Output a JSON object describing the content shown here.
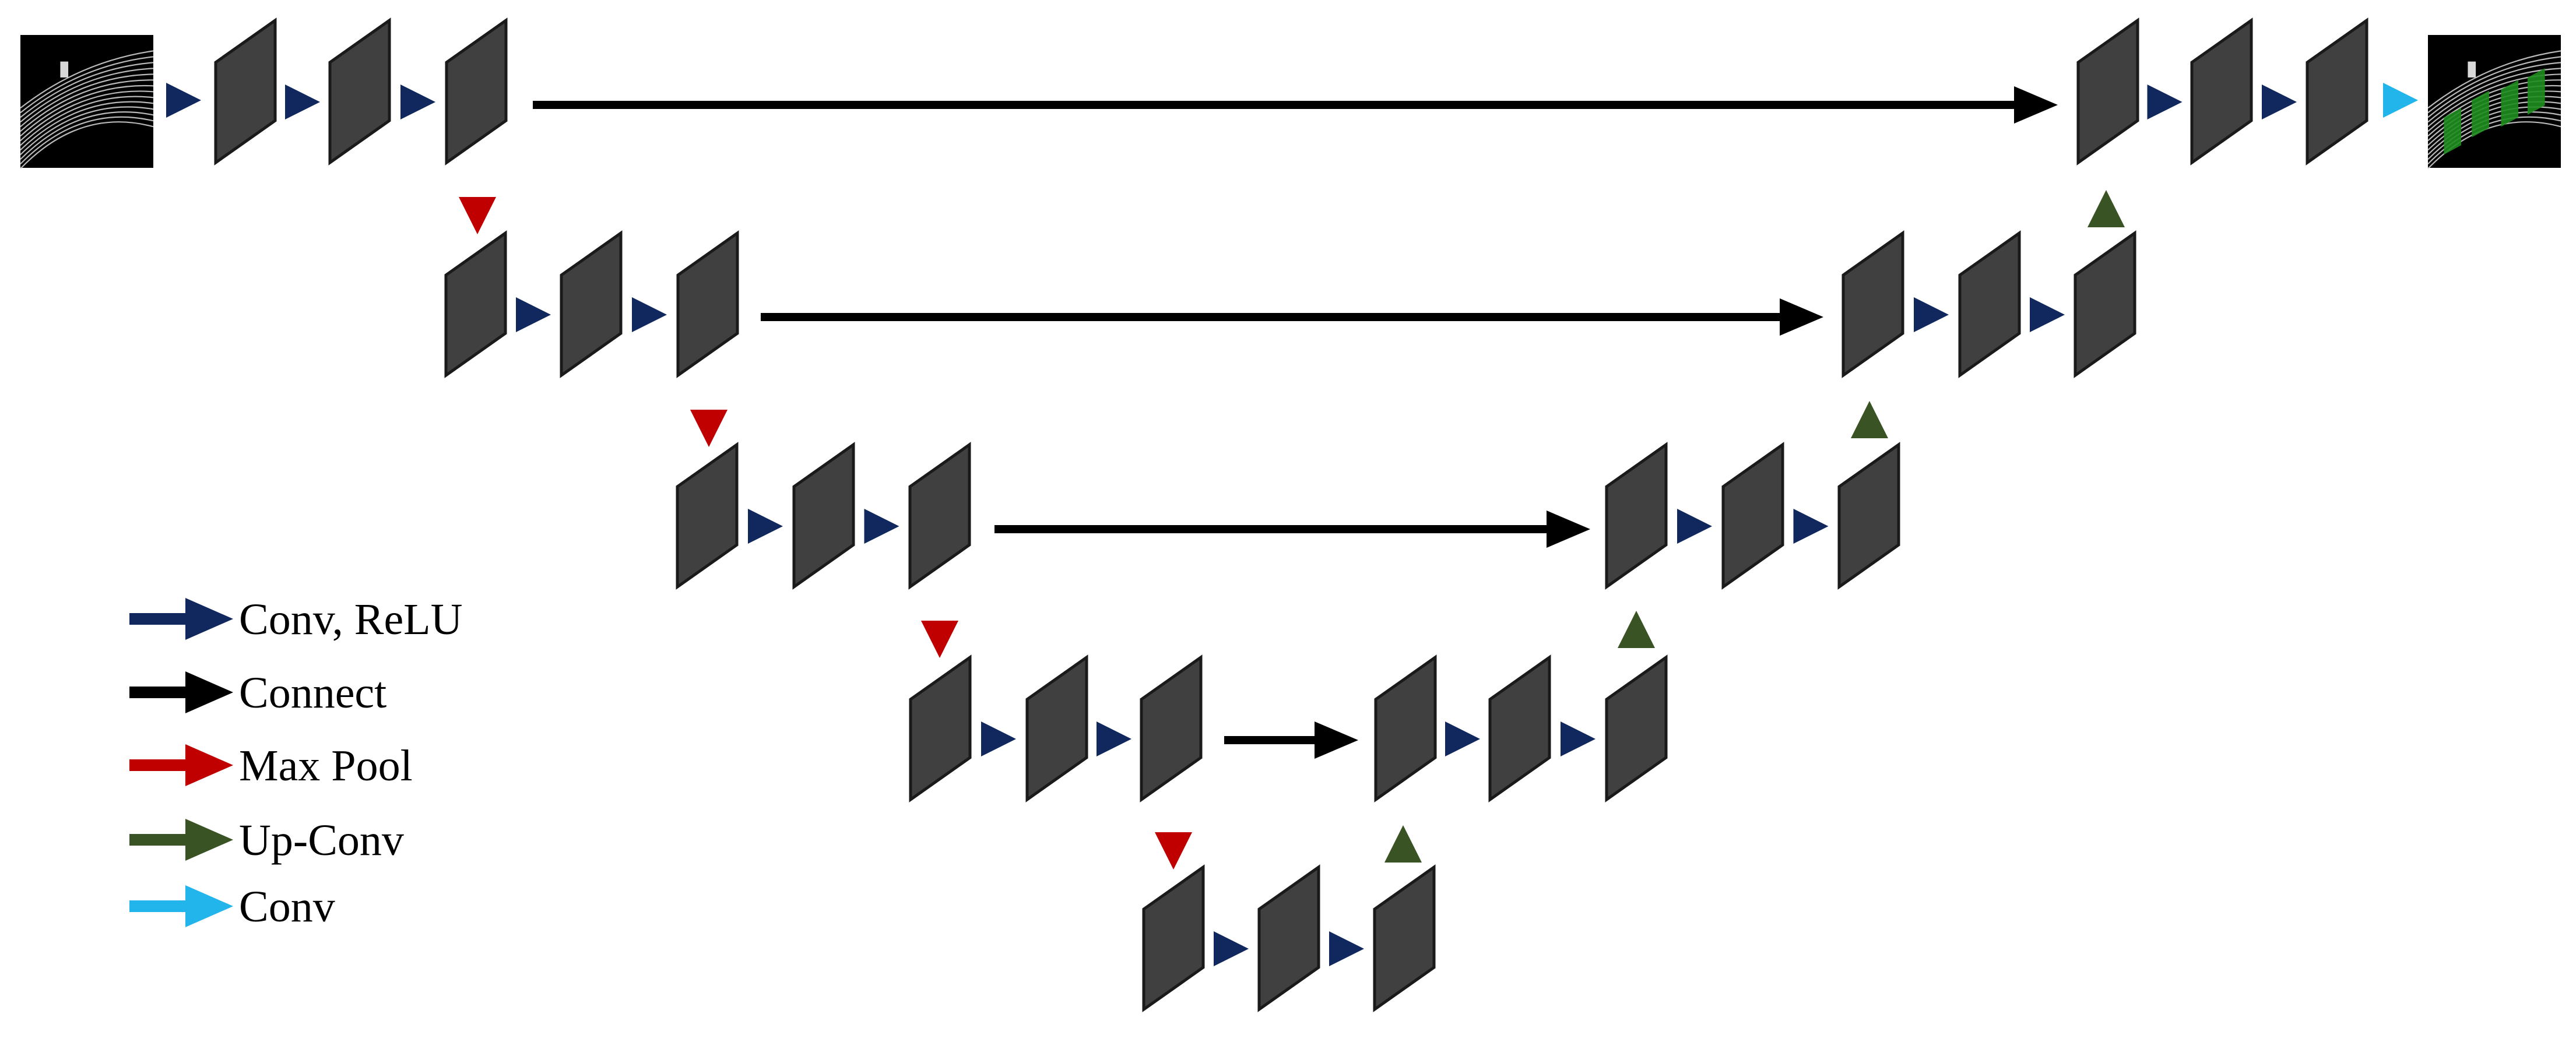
{
  "legend": {
    "items": [
      {
        "label": "Conv, ReLU",
        "color_key": "conv_relu"
      },
      {
        "label": "Connect",
        "color_key": "connect"
      },
      {
        "label": "Max Pool",
        "color_key": "max_pool"
      },
      {
        "label": "Up-Conv",
        "color_key": "up_conv"
      },
      {
        "label": "Conv",
        "color_key": "conv"
      }
    ]
  },
  "colors": {
    "conv_relu": "#10285e",
    "connect": "#000000",
    "max_pool": "#c00000",
    "up_conv": "#3a5324",
    "conv": "#21b5ec",
    "feature_map": "#404040",
    "feature_map_edge": "#1a1a1a",
    "background": "#ffffff",
    "image_bg": "#000000",
    "image_lines": "#d9d9d9",
    "segmentation": "#1e8e1e"
  },
  "architecture": {
    "levels": 5,
    "encoder_maps_per_level": 3,
    "decoder_maps_per_level": 3,
    "bottleneck_maps": 3,
    "input_image": "lidar-scan-image",
    "output_image": "segmented-lidar-image"
  }
}
